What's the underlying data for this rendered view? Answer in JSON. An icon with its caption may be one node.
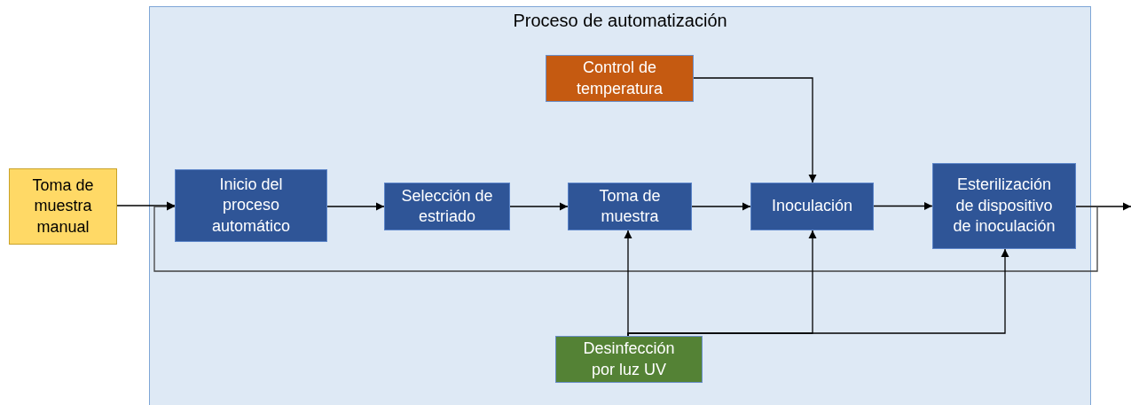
{
  "diagram": {
    "nodes": [
      {
        "text": [
          "Proceso de automatización"
        ]
      },
      {
        "text": [
          "Toma de muestra manual"
        ]
      },
      {
        "text": [
          "Inicio del proceso automático"
        ],
        "in": 0
      },
      {
        "text": [
          "Selección de estriado"
        ],
        "in": 0
      },
      {
        "text": [
          "Toma de muestra"
        ],
        "in": 0
      },
      {
        "text": [
          "Inoculación"
        ],
        "in": 0
      },
      {
        "text": [
          "Esterilización de dispositivo de inoculación"
        ],
        "in": 0
      },
      {
        "text": [
          "Control de temperatura"
        ],
        "in": 0
      },
      {
        "text": [
          "Desinfección por luz UV"
        ],
        "in": 0
      }
    ],
    "edges": [
      {
        "from": 1,
        "to": 2,
        "arrow": "to"
      },
      {
        "from": 2,
        "to": 3,
        "arrow": "to"
      },
      {
        "from": 3,
        "to": 4,
        "arrow": "to"
      },
      {
        "from": 4,
        "to": 5,
        "arrow": "to"
      },
      {
        "from": 5,
        "to": 6,
        "arrow": "to"
      },
      {
        "from": 6,
        "to": null,
        "arrow": "to"
      },
      {
        "from": 6,
        "to": 2,
        "arrow": "to"
      },
      {
        "from": 7,
        "to": 5,
        "arrow": "to"
      },
      {
        "from": 8,
        "to": 4,
        "arrow": "to"
      },
      {
        "from": 8,
        "to": 5,
        "arrow": "to"
      },
      {
        "from": 8,
        "to": 6,
        "arrow": "to"
      }
    ]
  }
}
